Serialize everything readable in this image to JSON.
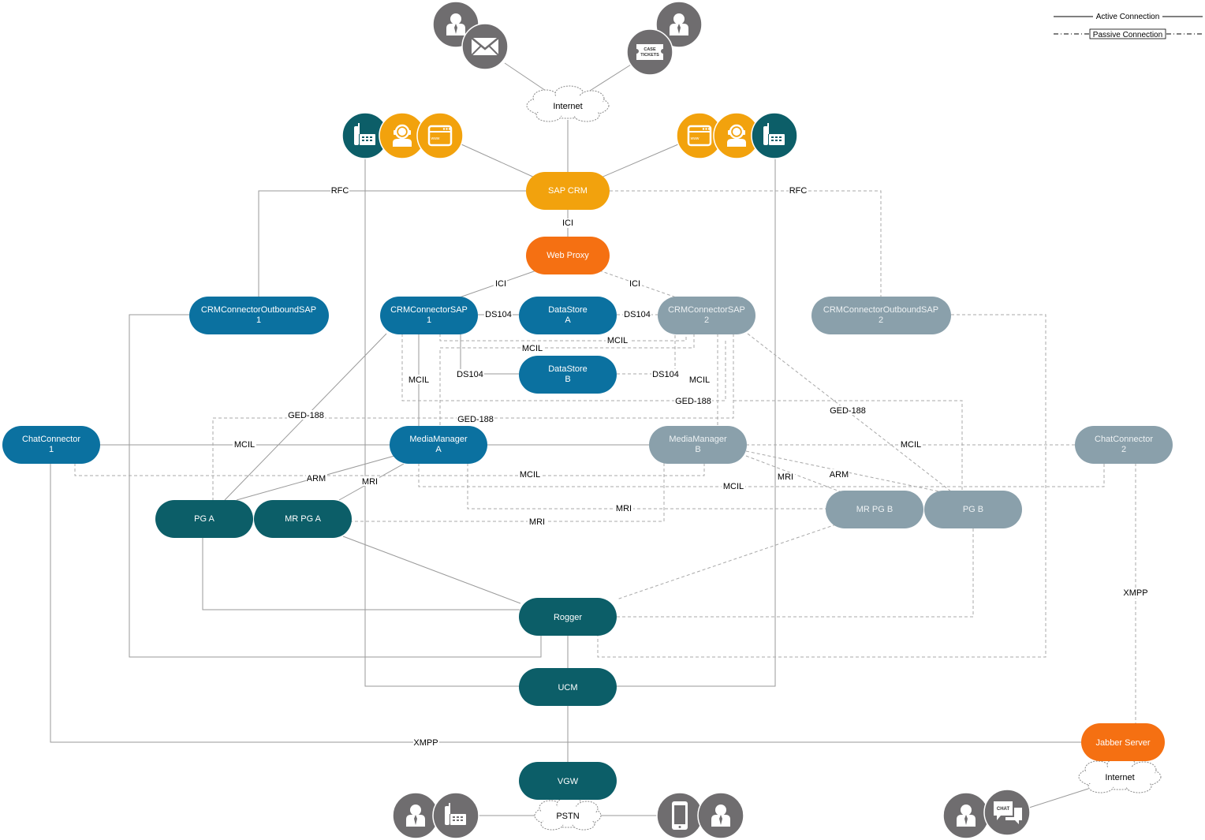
{
  "legend": {
    "active": "Active Connection",
    "passive": "Passive Connection"
  },
  "colors": {
    "teal_dark": "#0c5e68",
    "blue": "#0b71a0",
    "gray": "#8aa0ab",
    "yellow": "#f2a20d",
    "orange": "#f57012",
    "icon_gray": "#6f6d6f",
    "line": "#9a9a9a",
    "line_dashed": "#a8a8a8"
  },
  "nodes": {
    "sap_crm": {
      "line1": "SAP CRM"
    },
    "web_proxy": {
      "line1": "Web Proxy"
    },
    "crm_outbound_1": {
      "line1": "CRMConnectorOutboundSAP",
      "line2": "1"
    },
    "crm_sap_1": {
      "line1": "CRMConnectorSAP",
      "line2": "1"
    },
    "datastore_a": {
      "line1": "DataStore",
      "line2": "A"
    },
    "crm_sap_2": {
      "line1": "CRMConnectorSAP",
      "line2": "2"
    },
    "crm_outbound_2": {
      "line1": "CRMConnectorOutboundSAP",
      "line2": "2"
    },
    "datastore_b": {
      "line1": "DataStore",
      "line2": "B"
    },
    "chat_connector_1": {
      "line1": "ChatConnector",
      "line2": "1"
    },
    "media_manager_a": {
      "line1": "MediaManager",
      "line2": "A"
    },
    "media_manager_b": {
      "line1": "MediaManager",
      "line2": "B"
    },
    "chat_connector_2": {
      "line1": "ChatConnector",
      "line2": "2"
    },
    "pg_a": {
      "line1": "PG A"
    },
    "mr_pg_a": {
      "line1": "MR PG A"
    },
    "mr_pg_b": {
      "line1": "MR PG B"
    },
    "pg_b": {
      "line1": "PG B"
    },
    "rogger": {
      "line1": "Rogger"
    },
    "ucm": {
      "line1": "UCM"
    },
    "jabber_server": {
      "line1": "Jabber Server"
    },
    "vgw": {
      "line1": "VGW"
    }
  },
  "clouds": {
    "internet_top": "Internet",
    "internet_chat": "Internet",
    "pstn": "PSTN"
  },
  "icon_labels": {
    "case_tickets_line1": "CASE",
    "case_tickets_line2": "TICKETS",
    "chat": "CHAT",
    "www": "www"
  },
  "edge_labels": {
    "rfc_left": "RFC",
    "rfc_right": "RFC",
    "ici_crm_proxy": "ICI",
    "ici_proxy_crm1": "ICI",
    "ici_proxy_crm2": "ICI",
    "ds104_crm1_dsa": "DS104",
    "ds104_dsa_crm2": "DS104",
    "ds104_crm1_dsb": "DS104",
    "ds104_dsb_crm2": "DS104",
    "mcil_crm1_mmb": "MCIL",
    "mcil_crm2_mma": "MCIL",
    "mcil_crm1_mma": "MCIL",
    "mcil_crm2_mmb": "MCIL",
    "ged188_crm2": "GED-188",
    "ged188_crm1_pga": "GED-188",
    "ged188_mid": "GED-188",
    "ged188_crm2_pgb": "GED-188",
    "mcil_cc1_mma": "MCIL",
    "mcil_mmb_cc2": "MCIL",
    "arm_mma_pga": "ARM",
    "mri_mma_mrpga": "MRI",
    "mcil_cc1_mmb": "MCIL",
    "mcil_mma_cc2": "MCIL",
    "mri_mma_mrpgb": "MRI",
    "mri_mmb_mrpga": "MRI",
    "mri_mmb_mrpgb": "MRI",
    "arm_mmb_pgb": "ARM",
    "xmpp_left": "XMPP",
    "xmpp_right": "XMPP"
  }
}
